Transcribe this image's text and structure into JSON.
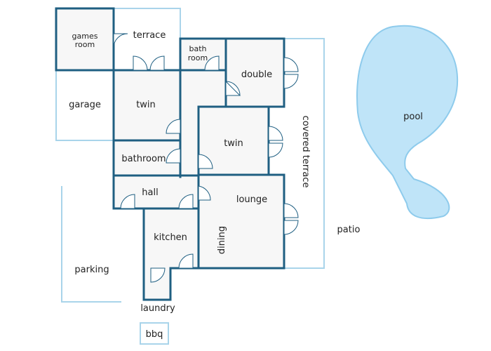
{
  "colors": {
    "wall": "#1f5f82",
    "outline_light": "#a9d4ea",
    "room_fill": "#f7f7f7",
    "pool_fill": "#bfe4f8",
    "label": "#222222"
  },
  "rooms": {
    "games_room": [
      "games",
      "room"
    ],
    "terrace": "terrace",
    "bath_room": [
      "bath",
      "room"
    ],
    "double": "double",
    "garage": "garage",
    "twin_left": "twin",
    "twin_right": "twin",
    "bathroom": "bathroom",
    "covered_terrace": "covered terrace",
    "hall": "hall",
    "lounge": "lounge",
    "dining": "dining",
    "kitchen": "kitchen",
    "laundry": "laundry"
  },
  "outdoor": {
    "pool": "pool",
    "patio": "patio",
    "parking": "parking",
    "bbq": "bbq"
  }
}
